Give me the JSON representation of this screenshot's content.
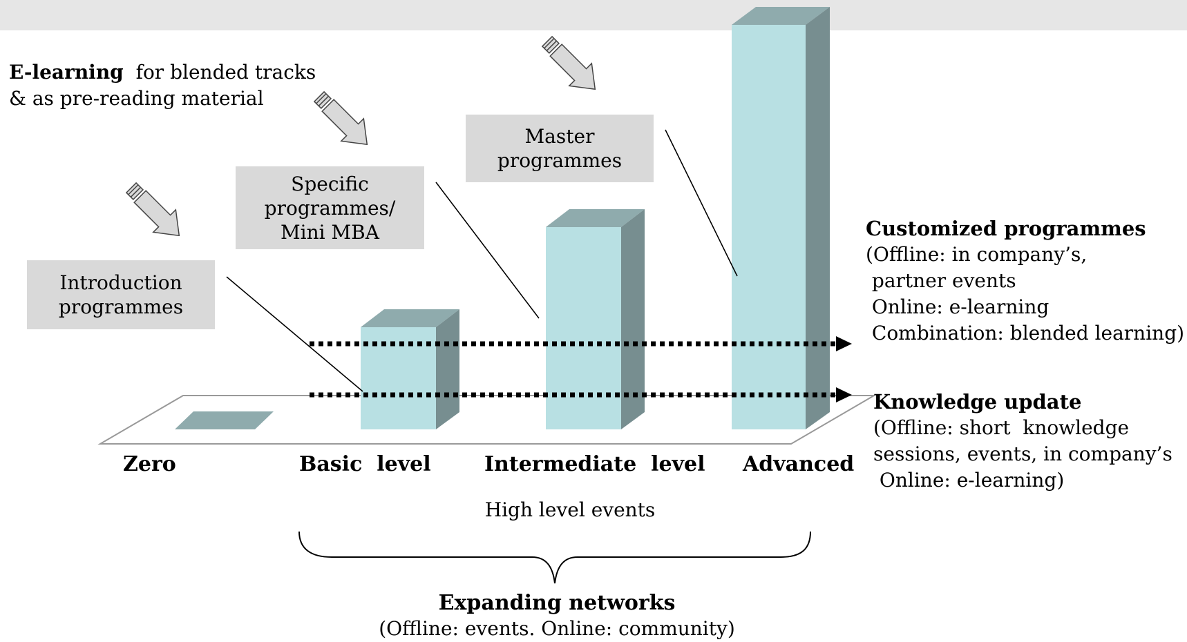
{
  "header": {
    "title": ""
  },
  "elearning": {
    "title": "E-learning",
    "line1_rest": "for blended tracks",
    "line2": "& as pre-reading material"
  },
  "boxes": {
    "master": [
      "Master",
      "programmes"
    ],
    "specific": [
      "Specific",
      "programmes/",
      "Mini MBA"
    ],
    "introduction": [
      "Introduction",
      "programmes"
    ]
  },
  "customized": {
    "title": "Customized programmes",
    "lines": [
      "(Offline: in company’s,",
      " partner events",
      " Online: e-learning",
      " Combination: blended learning)"
    ]
  },
  "knowledge": {
    "title": "Knowledge update",
    "lines": [
      "(Offline: short  knowledge",
      "sessions, events, in company’s",
      " Online: e-learning)"
    ]
  },
  "levels": [
    "Zero",
    "Basic  level",
    "Intermediate  level",
    "Advanced"
  ],
  "high_level_events": "High level events",
  "networks": {
    "title": "Expanding networks",
    "subtitle": "(Offline: events. Online: community)"
  },
  "colors": {
    "bar_front": "#b8e0e3",
    "bar_top": "#8fabad",
    "bar_side": "#778e90",
    "box_fill": "#d9d9d9",
    "header_band": "#e6e6e6"
  },
  "icons": {
    "arrows": "pencil-arrow-icon"
  }
}
